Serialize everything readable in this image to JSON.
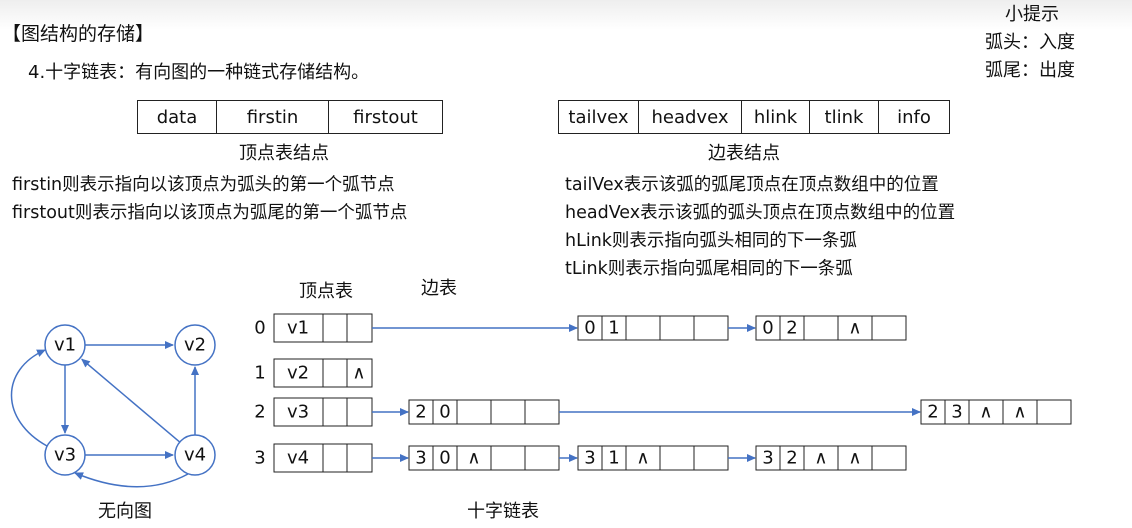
{
  "section_title": "【图结构的存储】",
  "subtitle": "4.十字链表：有向图的一种链式存储结构。",
  "hint": {
    "title": "小提示",
    "line1": "弧头：入度",
    "line2": "弧尾：出度"
  },
  "vertex_node": {
    "fields": [
      "data",
      "firstin",
      "firstout"
    ],
    "caption": "顶点表结点"
  },
  "edge_node": {
    "fields": [
      "tailvex",
      "headvex",
      "hlink",
      "tlink",
      "info"
    ],
    "caption": "边表结点"
  },
  "descriptions_left": [
    "firstin则表示指向以该顶点为弧头的第一个弧节点",
    "firstout则表示指向以该顶点为弧尾的第一个弧节点"
  ],
  "descriptions_right": [
    "tailVex表示该弧的弧尾顶点在顶点数组中的位置",
    "headVex表示该弧的弧头顶点在顶点数组中的位置",
    "hLink则表示指向弧头相同的下一条弧",
    "tLink则表示指向弧尾相同的下一条弧"
  ],
  "vertex_table_label": "顶点表",
  "edge_table_label": "边表",
  "graph_caption": "无向图",
  "list_caption": "十字链表",
  "graph": {
    "nodes": [
      "v1",
      "v2",
      "v3",
      "v4"
    ],
    "edges": [
      [
        "v1",
        "v2"
      ],
      [
        "v1",
        "v3"
      ],
      [
        "v3",
        "v4"
      ],
      [
        "v4",
        "v1"
      ],
      [
        "v4",
        "v2"
      ],
      [
        "v4",
        "v3"
      ]
    ]
  },
  "vertex_table": [
    {
      "index": "0",
      "name": "v1",
      "firstin": "",
      "firstout": ""
    },
    {
      "index": "1",
      "name": "v2",
      "firstin": "",
      "firstout": "∧"
    },
    {
      "index": "2",
      "name": "v3",
      "firstin": "",
      "firstout": ""
    },
    {
      "index": "3",
      "name": "v4",
      "firstin": "",
      "firstout": ""
    }
  ],
  "arc_rows": [
    [
      [
        "0",
        "1",
        "",
        "",
        ""
      ],
      [
        "0",
        "2",
        "",
        "∧",
        ""
      ]
    ],
    [],
    [
      [
        "2",
        "0",
        "",
        "",
        ""
      ],
      [
        "2",
        "3",
        "∧",
        "∧",
        ""
      ]
    ],
    [
      [
        "3",
        "0",
        "∧",
        "",
        ""
      ],
      [
        "3",
        "1",
        "∧",
        "",
        ""
      ],
      [
        "3",
        "2",
        "∧",
        "∧",
        ""
      ]
    ]
  ]
}
